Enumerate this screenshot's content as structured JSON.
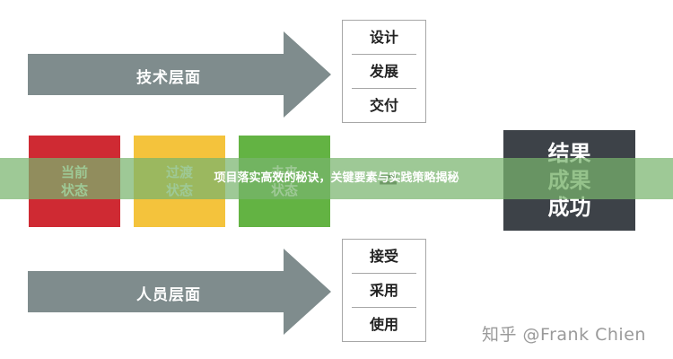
{
  "top_arrow": {
    "label": "技术层面",
    "items": [
      "设计",
      "发展",
      "交付"
    ]
  },
  "bottom_arrow": {
    "label": "人员层面",
    "items": [
      "接受",
      "采用",
      "使用"
    ]
  },
  "states": {
    "current": {
      "line1": "当前",
      "line2": "状态",
      "color": "#cf2a33"
    },
    "transition": {
      "line1": "过渡",
      "line2": "状态",
      "color": "#f4c33c"
    },
    "future": {
      "line1": "未来",
      "line2": "状态",
      "color": "#63b343"
    }
  },
  "operator": "=",
  "result": {
    "line1": "结果",
    "line2": "成果",
    "line3": "成功"
  },
  "banner": {
    "text": "项目落实高效的秘诀，关键要素与实践策略揭秘"
  },
  "watermark": {
    "text": "知乎 @Frank Chien"
  },
  "colors": {
    "arrow": "#7f8c8d",
    "result_bg": "#3d4248",
    "banner": "#78b46e"
  }
}
